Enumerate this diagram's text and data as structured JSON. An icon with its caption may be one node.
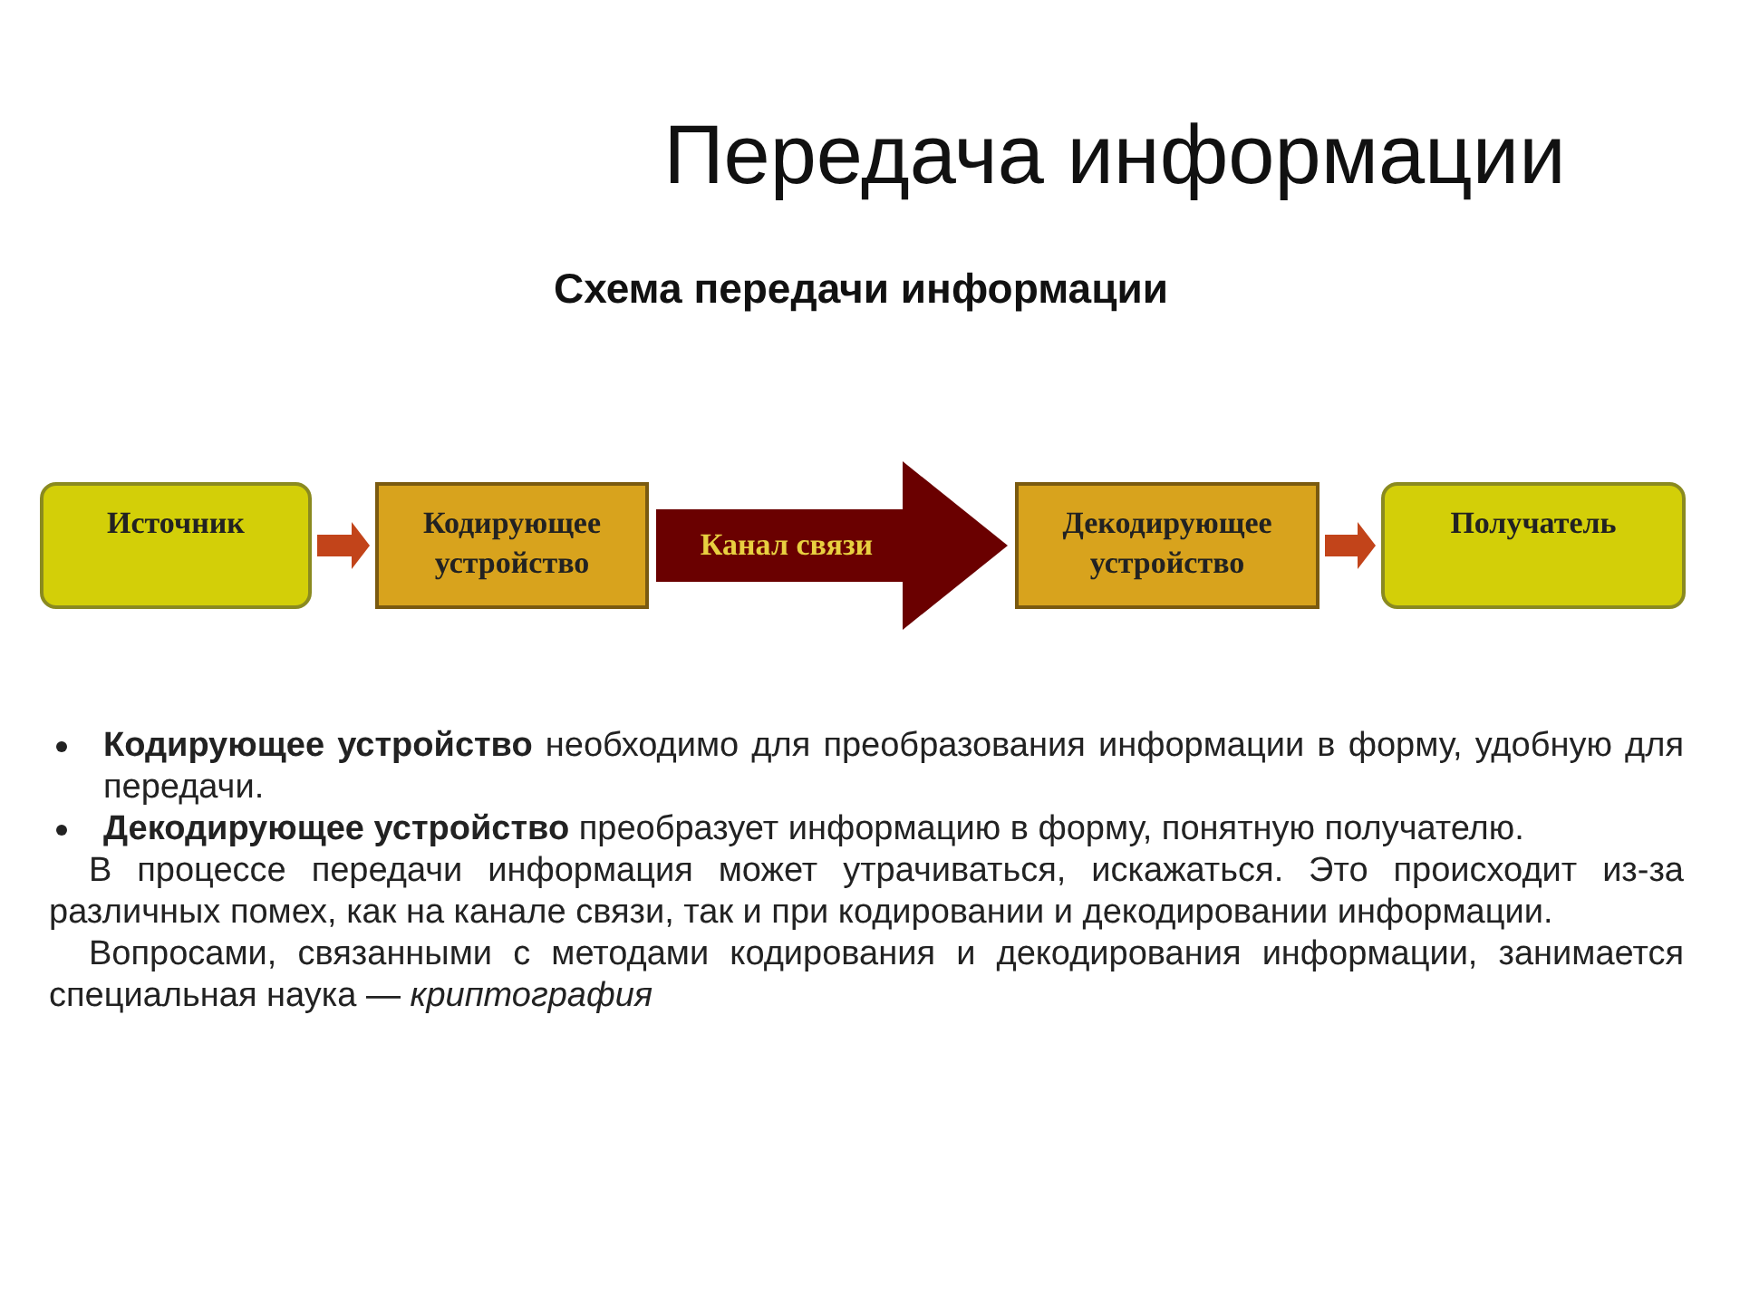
{
  "diagram": {
    "title": "Передача информации",
    "nodes": [
      {
        "text": [
          "Источник"
        ]
      },
      {
        "text": [
          "Кодирующее устройство"
        ]
      },
      {
        "text": [
          "Декодирующее устройство"
        ]
      },
      {
        "text": [
          "Получатель"
        ]
      }
    ],
    "edges": [
      {
        "from": 0,
        "to": 1,
        "arrow": "to"
      },
      {
        "from": 1,
        "to": 2,
        "arrow": "to",
        "label": "Канал связи",
        "style": "thick",
        "color": "#6a0000"
      },
      {
        "from": 2,
        "to": 3,
        "arrow": "to"
      }
    ],
    "labels": [
      "Схема передачи информации",
      "**Кодирующее устройство** необходимо для преобразования информации в форму, удобную для передачи.",
      "**Декодирующее устройство** преобразует информацию в форму, понятную получателю.",
      "В процессе передачи информация может утрачиваться, искажаться. Это происходит из-за различных помех, как на канале связи, так и при кодировании и декодировании информации.",
      "Вопросами, связанными с методами кодирования и декодирования информации, занимается специальная наука — *криптография*"
    ]
  }
}
